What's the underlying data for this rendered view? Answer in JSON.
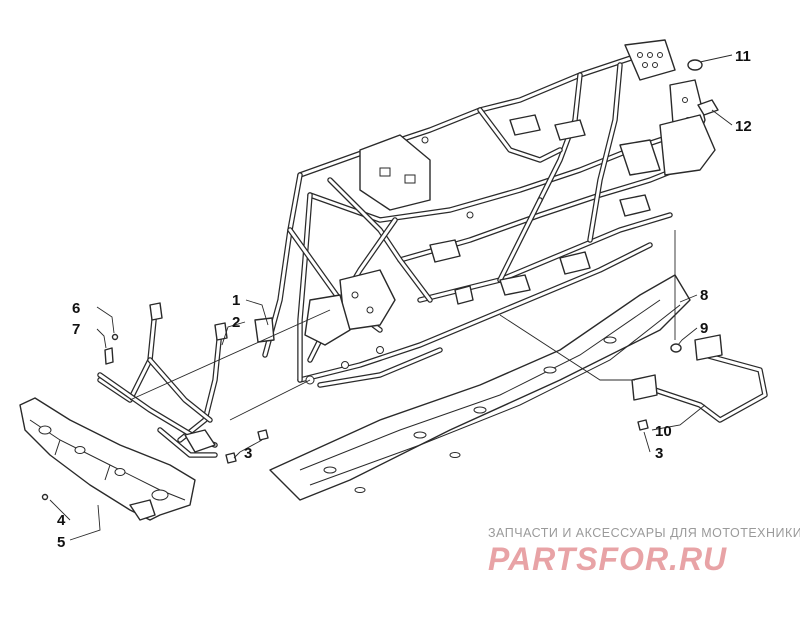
{
  "diagram": {
    "callouts": [
      {
        "id": "1",
        "label": "1"
      },
      {
        "id": "2",
        "label": "2"
      },
      {
        "id": "3a",
        "label": "3"
      },
      {
        "id": "3b",
        "label": "3"
      },
      {
        "id": "4",
        "label": "4"
      },
      {
        "id": "5",
        "label": "5"
      },
      {
        "id": "6",
        "label": "6"
      },
      {
        "id": "7",
        "label": "7"
      },
      {
        "id": "8",
        "label": "8"
      },
      {
        "id": "9",
        "label": "9"
      },
      {
        "id": "10",
        "label": "10"
      },
      {
        "id": "11",
        "label": "11"
      },
      {
        "id": "12",
        "label": "12"
      }
    ]
  },
  "watermark": {
    "tagline": "ЗАПЧАСТИ И АКСЕССУАРЫ ДЛЯ МОТОТЕХНИКИ",
    "logo_text": "PARTSFOR.RU",
    "color": "#e8a3a6"
  }
}
